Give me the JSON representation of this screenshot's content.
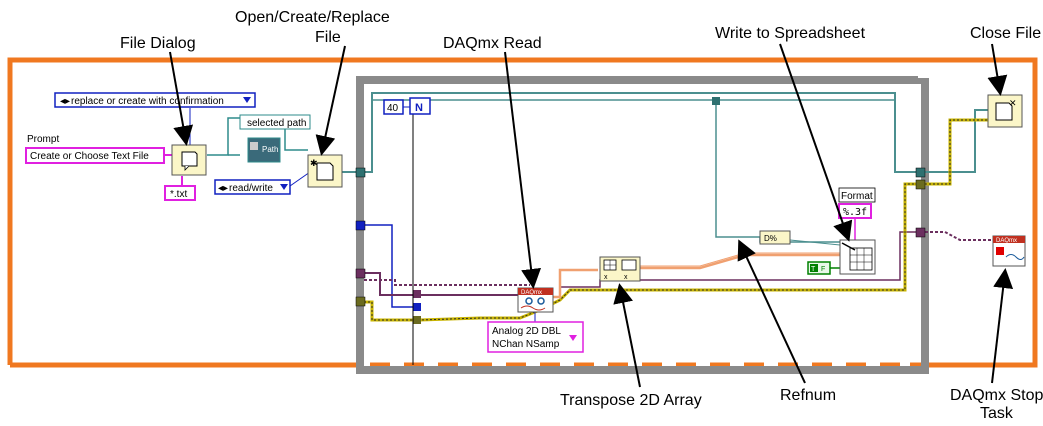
{
  "labels": {
    "file_dialog": "File Dialog",
    "open_create_replace_line1": "Open/Create/Replace",
    "open_create_replace_line2": "File",
    "daqmx_read": "DAQmx Read",
    "write_to_spreadsheet": "Write to Spreadsheet",
    "close_file": "Close File",
    "transpose_2d_array": "Transpose 2D Array",
    "refnum": "Refnum",
    "daqmx_stop_line1": "DAQmx Stop",
    "daqmx_stop_line2": "Task"
  },
  "controls": {
    "replace_option": "replace or create with confirmation",
    "prompt_label": "Prompt",
    "prompt_value": "Create or Choose Text File",
    "pattern_value": "*.txt",
    "selected_path_label": "selected path",
    "path_icon_text": "Path",
    "access_value": "read/write",
    "loop_count": "40",
    "loop_n": "N",
    "format_label": "Format",
    "format_value": "%.3f",
    "daqmx_label": "DAQmx",
    "read_mode_line1": "Analog 2D DBL",
    "read_mode_line2": "NChan NSamp",
    "bool_true": "T",
    "bool_f": "F"
  },
  "colors": {
    "orange_frame": "#f07820",
    "loop_gray": "#888888",
    "path_wire": "#2e8b8b",
    "refnum_wire": "#4b8f8f",
    "task_wire": "#6b2f5f",
    "error_wire": "#c8b400",
    "blue_wire": "#1020c0",
    "orange_wire": "#f0a070",
    "magenta": "#e020e0"
  }
}
